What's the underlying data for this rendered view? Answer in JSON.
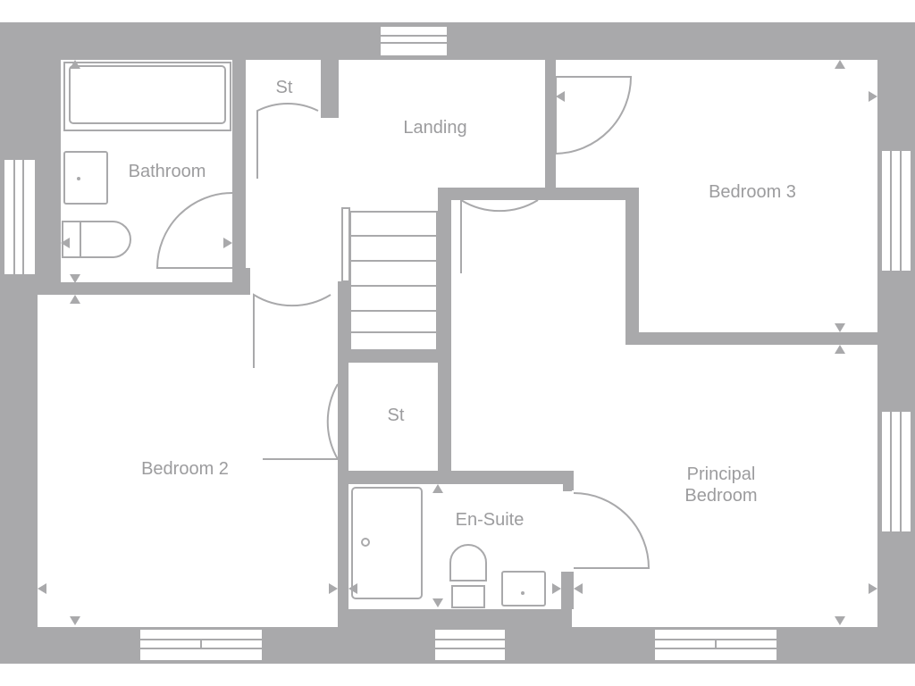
{
  "rooms": {
    "bathroom": "Bathroom",
    "store_top": "St",
    "landing": "Landing",
    "bedroom3": "Bedroom 3",
    "bedroom2": "Bedroom 2",
    "store_mid": "St",
    "ensuite": "En-Suite",
    "principal_line1": "Principal",
    "principal_line2": "Bedroom"
  },
  "colors": {
    "wall": "#a9a9ab",
    "floor": "#ffffff",
    "label": "#9c9c9e"
  }
}
